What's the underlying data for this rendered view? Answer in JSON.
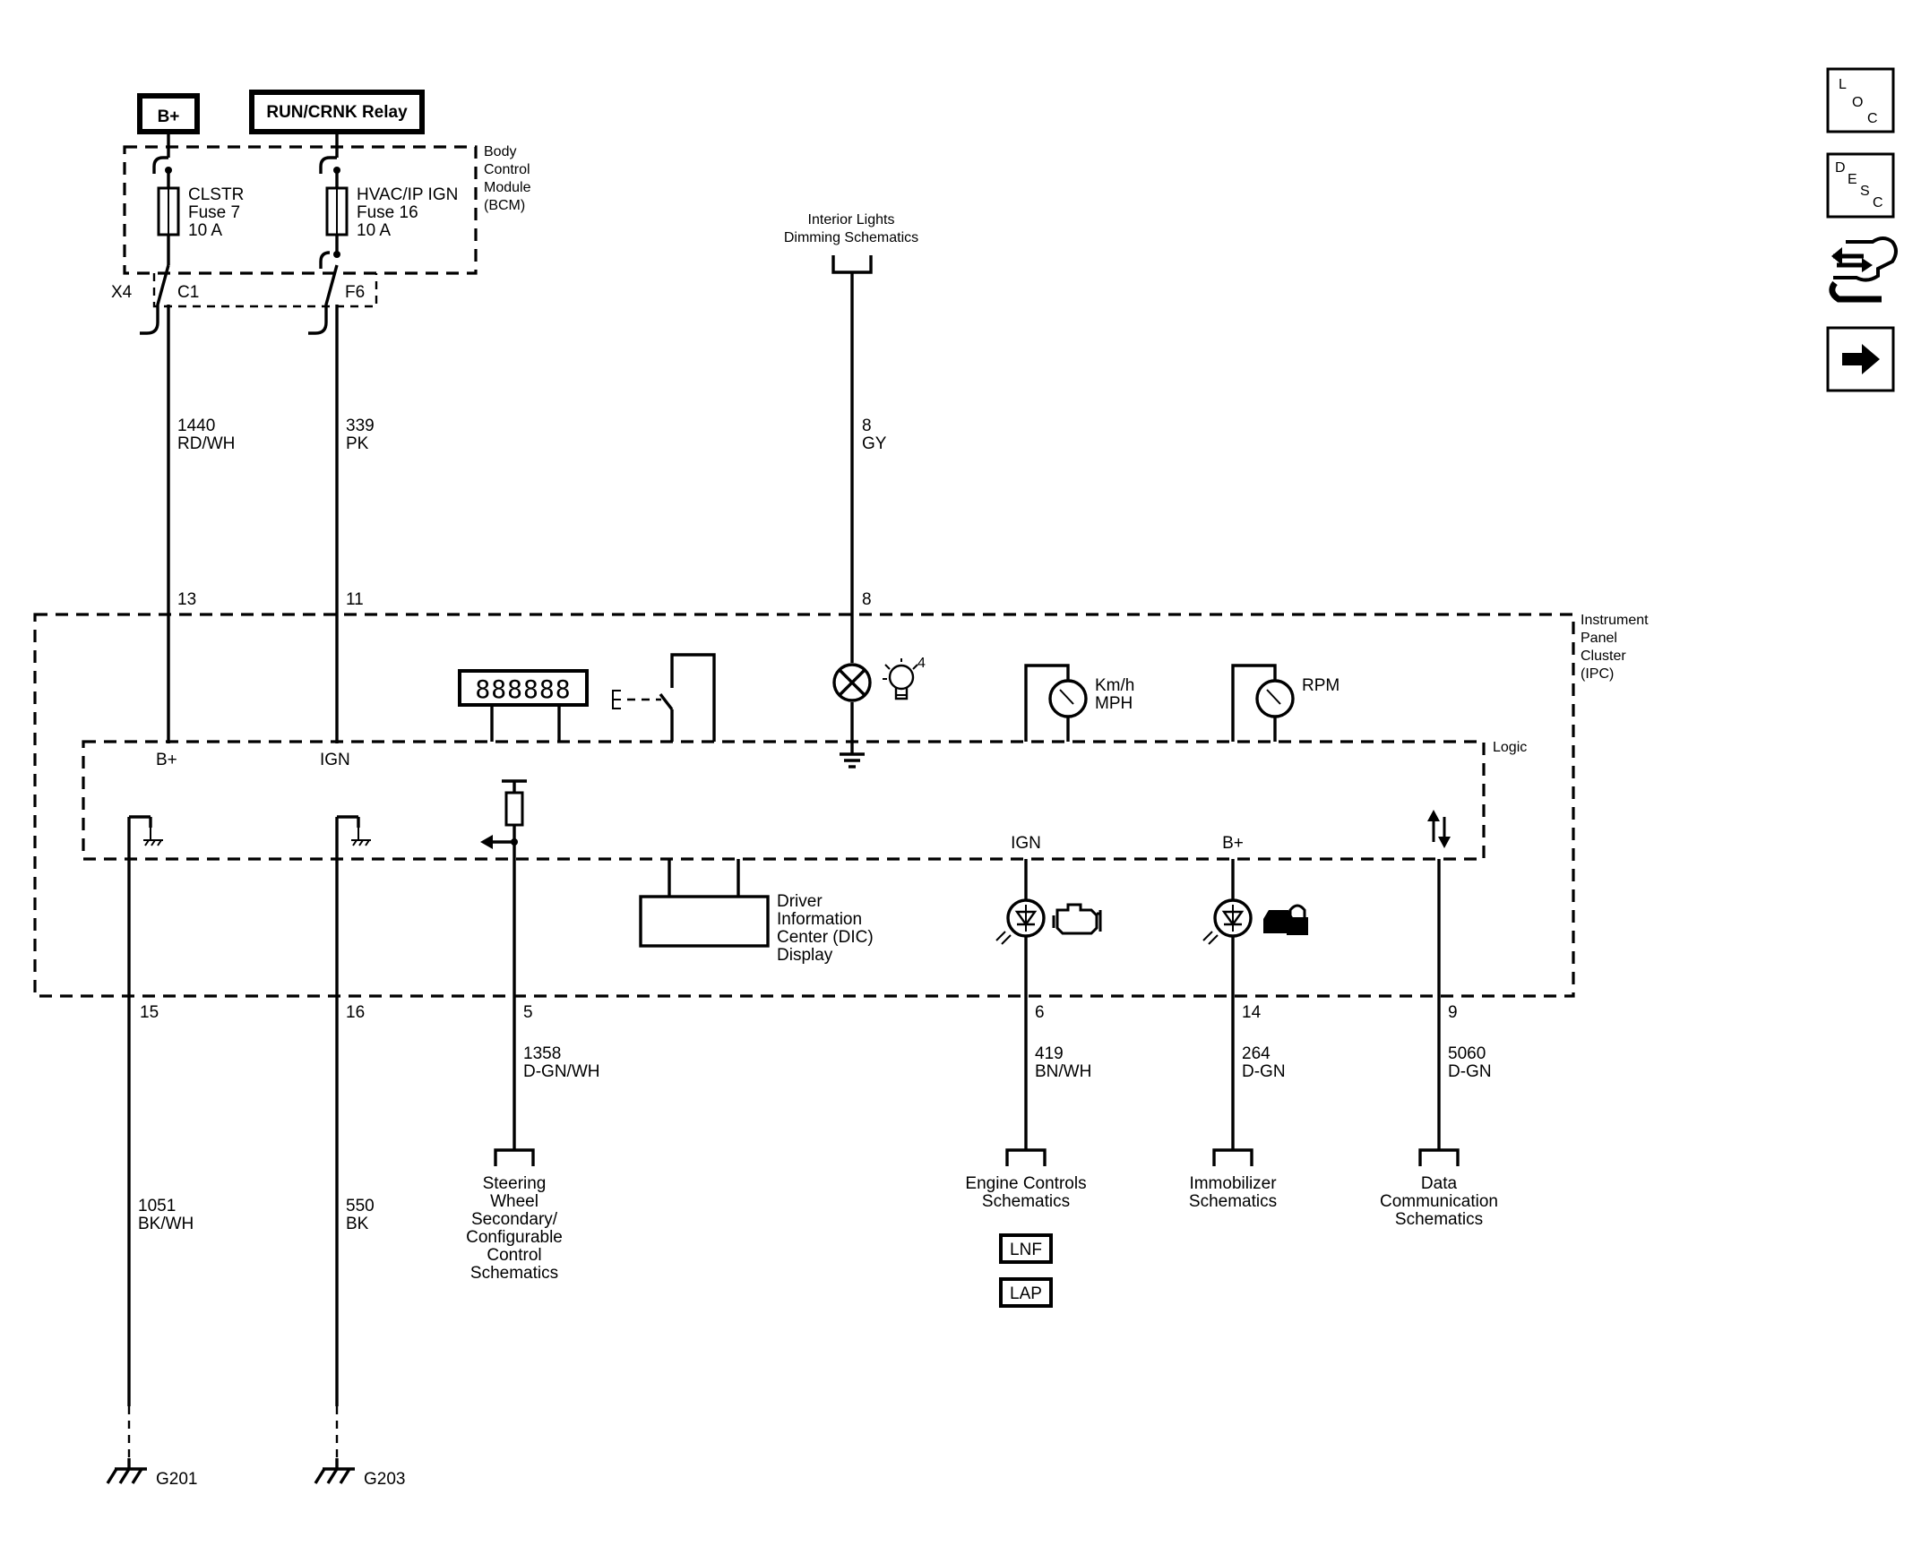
{
  "sources": {
    "bplus": "B+",
    "run_crank": "RUN/CRNK Relay"
  },
  "bcm": {
    "line1": "Body",
    "line2": "Control",
    "line3": "Module",
    "line4": "(BCM)"
  },
  "fuse7": {
    "name": "CLSTR",
    "fuse": "Fuse 7",
    "amps": "10 A"
  },
  "fuse16": {
    "name": "HVAC/IP IGN",
    "fuse": "Fuse 16",
    "amps": "10 A"
  },
  "connectors": {
    "x4": "X4",
    "c1": "C1",
    "f6": "F6"
  },
  "dimming": {
    "line1": "Interior Lights",
    "line2": "Dimming Schematics"
  },
  "circuits": {
    "c1440": {
      "num": "1440",
      "color": "RD/WH"
    },
    "c339": {
      "num": "339",
      "color": "PK"
    },
    "c8": {
      "num": "8",
      "color": "GY"
    },
    "c1051": {
      "num": "1051",
      "color": "BK/WH"
    },
    "c550": {
      "num": "550",
      "color": "BK"
    },
    "c1358": {
      "num": "1358",
      "color": "D-GN/WH"
    },
    "c419": {
      "num": "419",
      "color": "BN/WH"
    },
    "c264": {
      "num": "264",
      "color": "D-GN"
    },
    "c5060": {
      "num": "5060",
      "color": "D-GN"
    }
  },
  "pins": {
    "p13": "13",
    "p11": "11",
    "p8": "8",
    "p15": "15",
    "p16": "16",
    "p5": "5",
    "p6": "6",
    "p14": "14",
    "p9": "9"
  },
  "ipc": {
    "line1": "Instrument",
    "line2": "Panel",
    "line3": "Cluster",
    "line4": "(IPC)"
  },
  "logic": {
    "label": "Logic",
    "bplus": "B+",
    "ign": "IGN",
    "ign2": "IGN",
    "bplus2": "B+"
  },
  "odometer": "888888",
  "lamp_number": "4",
  "speedo": {
    "line1": "Km/h",
    "line2": "MPH"
  },
  "tach": "RPM",
  "dic": {
    "line1": "Driver",
    "line2": "Information",
    "line3": "Center (DIC)",
    "line4": "Display"
  },
  "destinations": {
    "steering": {
      "line1": "Steering",
      "line2": "Wheel",
      "line3": "Secondary/",
      "line4": "Configurable",
      "line5": "Control",
      "line6": "Schematics"
    },
    "engine": {
      "line1": "Engine Controls",
      "line2": "Schematics"
    },
    "immobilizer": {
      "line1": "Immobilizer",
      "line2": "Schematics"
    },
    "data": {
      "line1": "Data",
      "line2": "Communication",
      "line3": "Schematics"
    }
  },
  "engine_options": [
    "LNF",
    "LAP"
  ],
  "grounds": {
    "g201": "G201",
    "g203": "G203"
  },
  "nav": {
    "loc": {
      "l": "L",
      "o": "O",
      "c": "C"
    },
    "desc": {
      "d": "D",
      "e": "E",
      "s": "S",
      "c": "C"
    }
  },
  "icons": {
    "loc": "loc-icon",
    "desc": "desc-icon",
    "connector_info": "connector-info-icon",
    "next": "arrow-right-icon"
  }
}
